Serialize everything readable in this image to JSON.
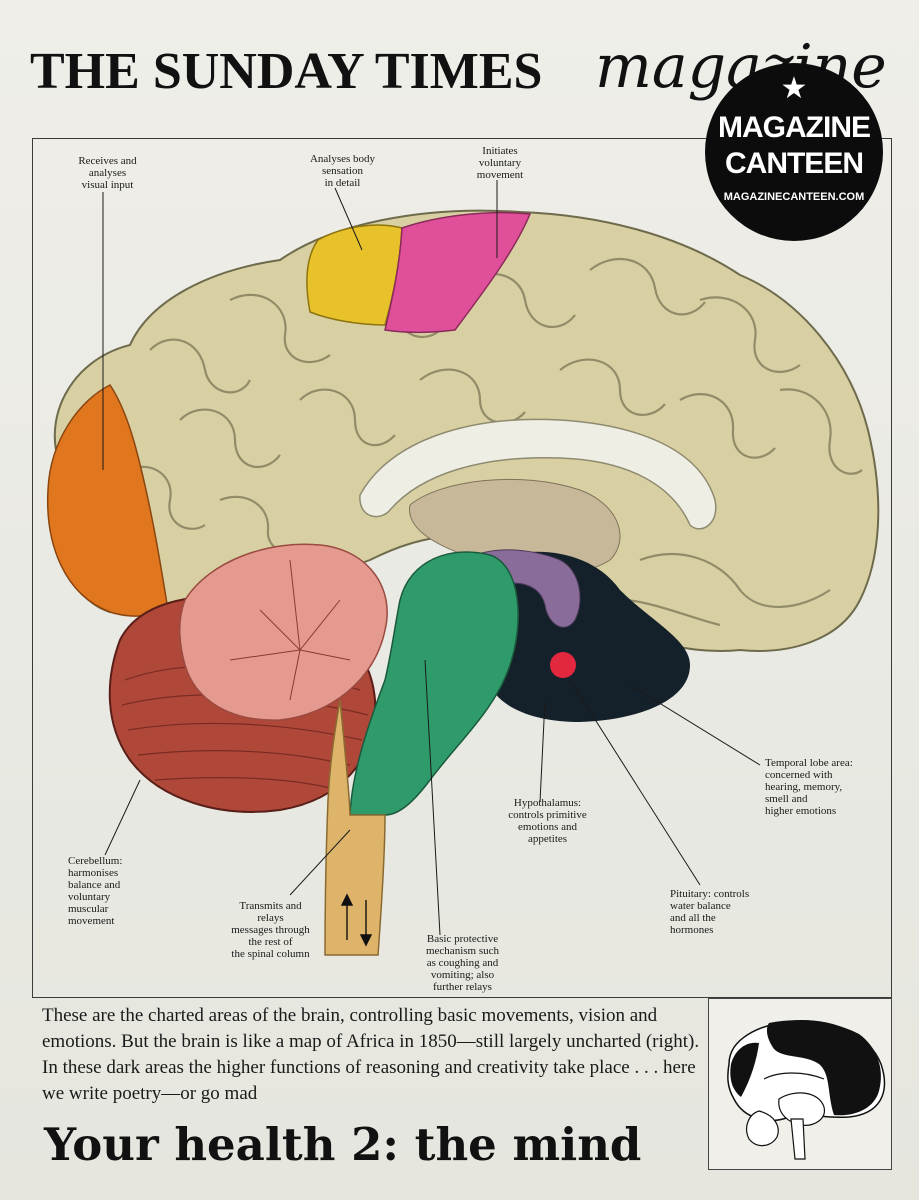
{
  "masthead": {
    "title": "THE SUNDAY TIMES",
    "title_italic": "magazine"
  },
  "badge": {
    "star": "★",
    "line1": "MAGAZINE",
    "line2": "CANTEEN",
    "url": "MAGAZINECANTEEN.COM"
  },
  "labels": {
    "visual": "Receives and\nanalyses\nvisual input",
    "body_sensation": "Analyses body\nsensation\nin detail",
    "voluntary": "Initiates\nvoluntary\nmovement",
    "temporal": "Temporal lobe area:\nconcerned with\nhearing, memory,\nsmell and\nhigher emotions",
    "hypothalamus": "Hypothalamus:\ncontrols primitive\nemotions and\nappetites",
    "pituitary": "Pituitary: controls\nwater balance\nand all the\nhormones",
    "cerebellum": "Cerebellum:\nharmonises\nbalance and\nvoluntary\nmuscular\nmovement",
    "spinal": "Transmits and\nrelays\nmessages through\nthe rest of\nthe spinal column",
    "brainstem": "Basic protective\nmechanism such\nas coughing and\nvomiting; also\nfurther relays"
  },
  "caption": "These are the charted areas of the brain, controlling basic movements, vision and emotions. But the brain is like a map of Africa in 1850—still largely uncharted (right). In these dark areas the higher functions of reasoning and creativity take place . . . here we write poetry—or go mad",
  "headline": "Your health 2: the mind",
  "colors": {
    "cortex": "#d8d0a2",
    "occipital_orange": "#e0771e",
    "sensory_yellow": "#e8c22a",
    "motor_pink": "#e0509a",
    "cerebellum_red": "#b0483a",
    "arbor_pink": "#e59a90",
    "brainstem_green": "#2f9a6a",
    "spinal_tan": "#ddb46a",
    "dark_region": "#15212a",
    "thalamus_purple": "#8a6c9a",
    "pituitary_red": "#e2283e"
  }
}
